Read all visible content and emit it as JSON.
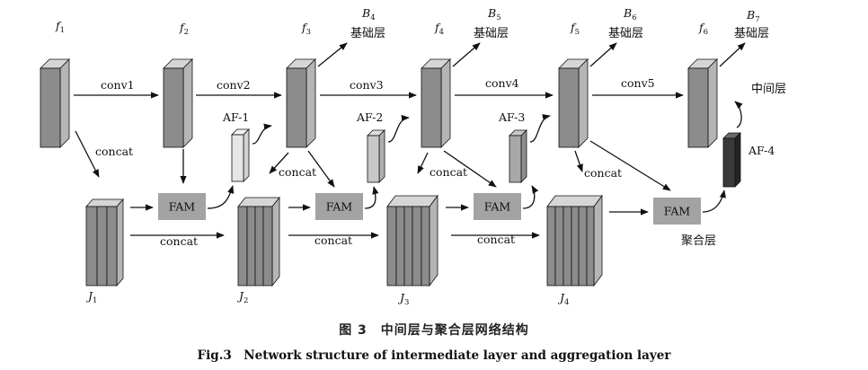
{
  "features": [
    {
      "id": "f1",
      "label": "f",
      "sub": "1"
    },
    {
      "id": "f2",
      "label": "f",
      "sub": "2"
    },
    {
      "id": "f3",
      "label": "f",
      "sub": "3"
    },
    {
      "id": "f4",
      "label": "f",
      "sub": "4"
    },
    {
      "id": "f5",
      "label": "f",
      "sub": "5"
    },
    {
      "id": "f6",
      "label": "f",
      "sub": "6"
    }
  ],
  "base_outputs": [
    {
      "id": "B4",
      "label": "B",
      "sub": "4",
      "text": "基础层"
    },
    {
      "id": "B5",
      "label": "B",
      "sub": "5",
      "text": "基础层"
    },
    {
      "id": "B6",
      "label": "B",
      "sub": "6",
      "text": "基础层"
    },
    {
      "id": "B7",
      "label": "B",
      "sub": "7",
      "text": "基础层"
    }
  ],
  "intermediate_label": "中间层",
  "aggregation_label": "聚合层",
  "conv_labels": [
    "conv1",
    "conv2",
    "conv3",
    "conv4",
    "conv5"
  ],
  "concat_label": "concat",
  "fam_label": "FAM",
  "af_labels": [
    "AF-1",
    "AF-2",
    "AF-3",
    "AF-4"
  ],
  "joints": [
    {
      "id": "J1",
      "label": "J",
      "sub": "1"
    },
    {
      "id": "J2",
      "label": "J",
      "sub": "2"
    },
    {
      "id": "J3",
      "label": "J",
      "sub": "3"
    },
    {
      "id": "J4",
      "label": "J",
      "sub": "4"
    }
  ],
  "caption_cn": "图 3　中间层与聚合层网络结构",
  "caption_en": "Fig.3　Network structure of intermediate layer and aggregation layer",
  "colors": {
    "block_front": "#8c8c8c",
    "block_side": "#b5b5b5",
    "block_top": "#d6d6d6",
    "af1": "#e6e6e6",
    "af2": "#c8c8c8",
    "af3": "#a8a8a8",
    "af4": "#3a3a3a",
    "fam": "#a3a3a3",
    "line": "#111111"
  }
}
